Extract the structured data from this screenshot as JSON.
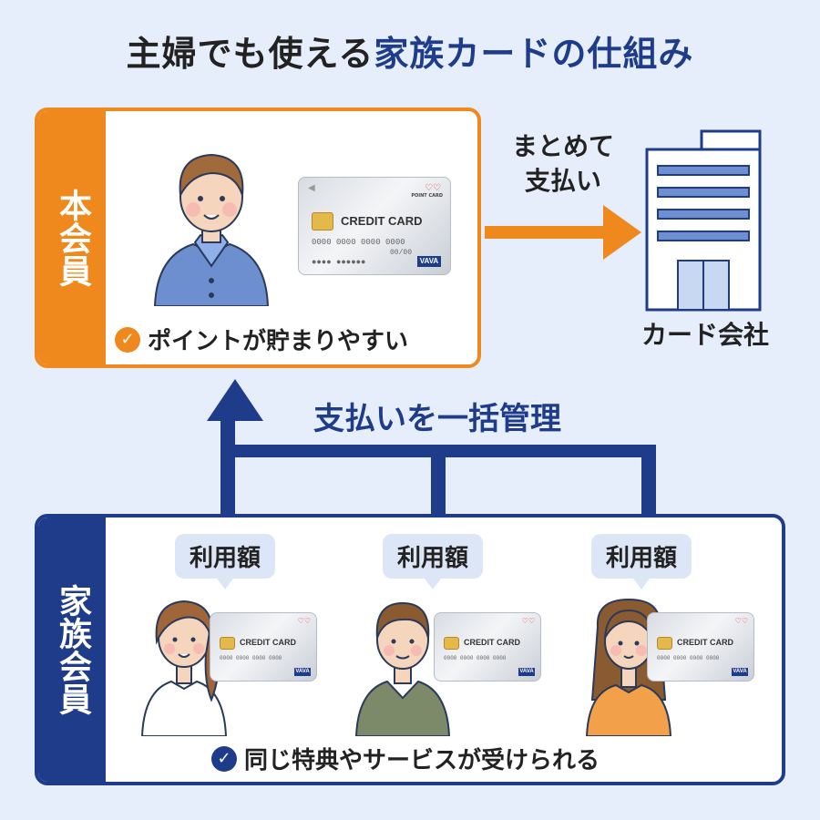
{
  "title": {
    "lead": "主婦でも使える",
    "accent": "家族カードの仕組み"
  },
  "main_member": {
    "label": "本会員",
    "benefit": "ポイントが貯まりやすい",
    "card": {
      "text": "CREDIT CARD",
      "number": "0000 0000 0000 0000",
      "expiry": "00/00",
      "brand": "VAVA",
      "point_label": "POINT CARD"
    }
  },
  "payment": {
    "arrow_label": "まとめて\n支払い"
  },
  "company": {
    "label": "カード会社"
  },
  "management": {
    "label": "支払いを一括管理"
  },
  "family_member": {
    "label": "家族会員",
    "benefit": "同じ特典やサービスが受けられる",
    "bubbles": [
      "利用額",
      "利用額",
      "利用額"
    ]
  },
  "colors": {
    "orange": "#f0891d",
    "navy": "#1f3c8a",
    "background": "#e7eefb"
  }
}
